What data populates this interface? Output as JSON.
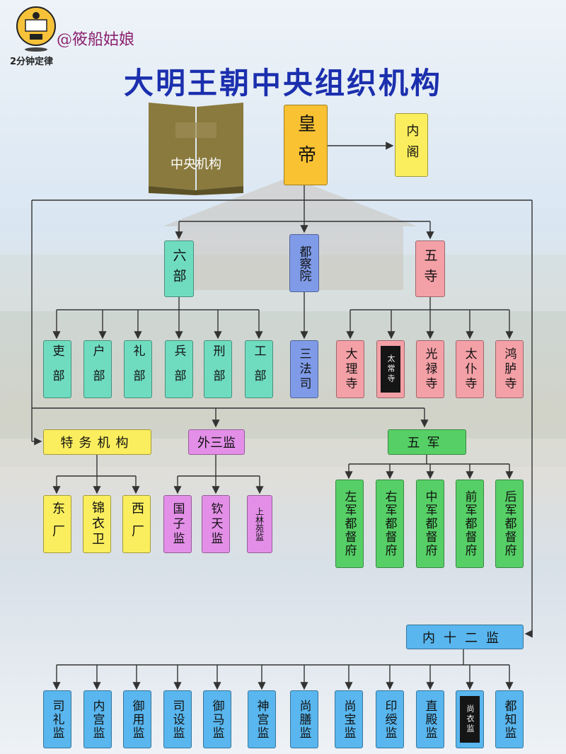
{
  "header": {
    "handle": "@筱船姑娘",
    "brand": "2分钟定律",
    "title": "大明王朝中央组织机构"
  },
  "book_label": "中央机构",
  "top": {
    "emperor": "皇帝",
    "cabinet": "内阁"
  },
  "level2": {
    "six_ministries": "六部",
    "censorate": "都察院",
    "five_courts": "五寺"
  },
  "ministries": [
    "吏部",
    "户部",
    "礼部",
    "兵部",
    "刑部",
    "工部"
  ],
  "censorate_child": "三法司",
  "courts": [
    "大理寺",
    "太常寺",
    "光禄寺",
    "太仆寺",
    "鸿胪寺"
  ],
  "level3": {
    "secret_service": "特务机构",
    "outer_three": "外三监",
    "five_armies": "五军"
  },
  "secret_units": [
    "东厂",
    "锦衣卫",
    "西厂"
  ],
  "outer_units": [
    "国子监",
    "钦天监",
    "上林苑监"
  ],
  "armies": [
    "左军都督府",
    "右军都督府",
    "中军都督府",
    "前军都督府",
    "后军都督府"
  ],
  "inner_twelve": "内十二监",
  "inner_units": [
    "司礼监",
    "内宫监",
    "御用监",
    "司设监",
    "御马监",
    "神宫监",
    "尚膳监",
    "尚宝监",
    "印绶监",
    "直殿监",
    "尚衣监",
    "都知监"
  ]
}
